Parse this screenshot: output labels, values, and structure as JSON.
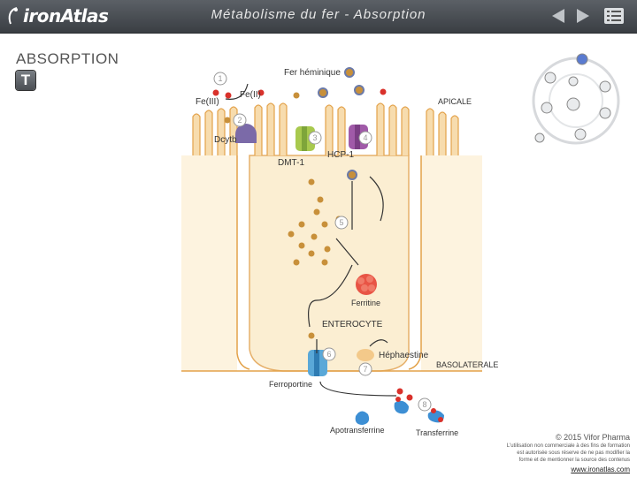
{
  "header": {
    "logo_text": "ironAtlas",
    "title": "Métabolisme du fer - Absorption"
  },
  "section": {
    "title": "ABSORPTION",
    "text_button": "T"
  },
  "diagram": {
    "labels": {
      "fer_heminique": "Fer héminique",
      "fe3": "Fe(III)",
      "fe2": "Fe(II)",
      "apicale": "APICALE",
      "dcytb": "Dcytb",
      "dmt1": "DMT-1",
      "hcp1": "HCP-1",
      "ferritine": "Ferritine",
      "enterocyte": "ENTEROCYTE",
      "hephaestine": "Héphaestine",
      "basolaterale": "BASOLATERALE",
      "ferroportine": "Ferroportine",
      "apotransferrine": "Apotransferrine",
      "transferrine": "Transferrine"
    },
    "step_numbers": [
      "1",
      "2",
      "3",
      "4",
      "5",
      "6",
      "7",
      "8"
    ]
  },
  "footer": {
    "copyright": "© 2015 Vifor Pharma",
    "note_line1": "L'utilisation non commerciale à des fins de formation",
    "note_line2": "est autorisée sous réserve de ne pas modifier la",
    "note_line3": "forme et de mentionner la source des contenus",
    "link": "www.ironatlas.com"
  },
  "colors": {
    "cell_fill": "#fbeed2",
    "cell_stroke": "#e2a55a",
    "iron_dot": "#c8903a",
    "red_dot": "#d9312b",
    "blue_protein": "#4aa0d8",
    "purple_protein": "#8a4c9a",
    "green_protein": "#9cc24a",
    "header_bg": "#474b50"
  },
  "icons": [
    "back-arrow-icon",
    "forward-arrow-icon",
    "menu-icon",
    "navigation-wheel-icon"
  ]
}
